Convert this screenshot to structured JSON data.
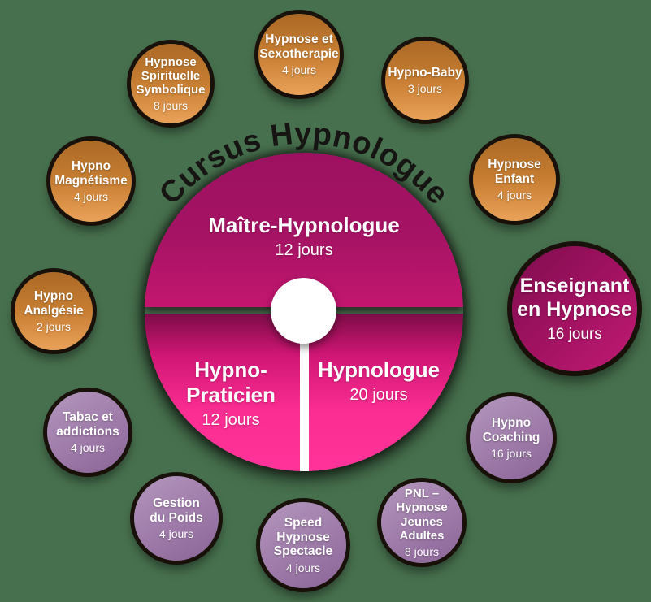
{
  "title": {
    "text": "Cursus Hypnologue"
  },
  "center_wheel": {
    "top": {
      "label": "Maître-Hypnologue",
      "days": "12 jours"
    },
    "bottom_left": {
      "label": "Hypno-Praticien",
      "days": "12 jours"
    },
    "bottom_right": {
      "label": "Hypnologue",
      "days": "20 jours"
    }
  },
  "satellites": [
    {
      "label": "Hypnose\nSpirituelle\nSymbolique",
      "days": "8 jours",
      "theme": "orange"
    },
    {
      "label": "Hypnose et\nSexotherapie",
      "days": "4 jours",
      "theme": "orange"
    },
    {
      "label": "Hypno-Baby",
      "days": "3 jours",
      "theme": "orange"
    },
    {
      "label": "Hypnose\nEnfant",
      "days": "4 jours",
      "theme": "orange"
    },
    {
      "label": "Hypno\nMagnétisme",
      "days": "4 jours",
      "theme": "orange"
    },
    {
      "label": "Hypno\nAnalgésie",
      "days": "2 jours",
      "theme": "orange"
    },
    {
      "label": "Tabac et\naddictions",
      "days": "4 jours",
      "theme": "purple"
    },
    {
      "label": "Gestion\ndu Poids",
      "days": "4 jours",
      "theme": "purple"
    },
    {
      "label": "Speed\nHypnose\nSpectacle",
      "days": "4 jours",
      "theme": "purple"
    },
    {
      "label": "PNL –\nHypnose\nJeunes\nAdultes",
      "days": "8 jours",
      "theme": "purple"
    },
    {
      "label": "Hypno\nCoaching",
      "days": "16 jours",
      "theme": "purple"
    },
    {
      "label": "Enseignant\nen Hypnose",
      "days": "16 jours",
      "theme": "magenta"
    }
  ],
  "colors": {
    "background": "#47714e",
    "title_text": "#171513",
    "orange_top": "#ab6926",
    "orange_bottom": "#eaa159",
    "purple_light": "#b397bd",
    "purple_dark": "#8a6597",
    "wheel_top_dark": "#9c1160",
    "wheel_top_light": "#c4166f",
    "wheel_bottom_dark": "#7c0c47",
    "wheel_bottom_bright": "#ff3399",
    "enseignant_dark": "#7f0d4f",
    "enseignant_light": "#c11a73",
    "bubble_ring": "#170d07",
    "hub_white": "#ffffff",
    "label_text": "#ffffff"
  }
}
